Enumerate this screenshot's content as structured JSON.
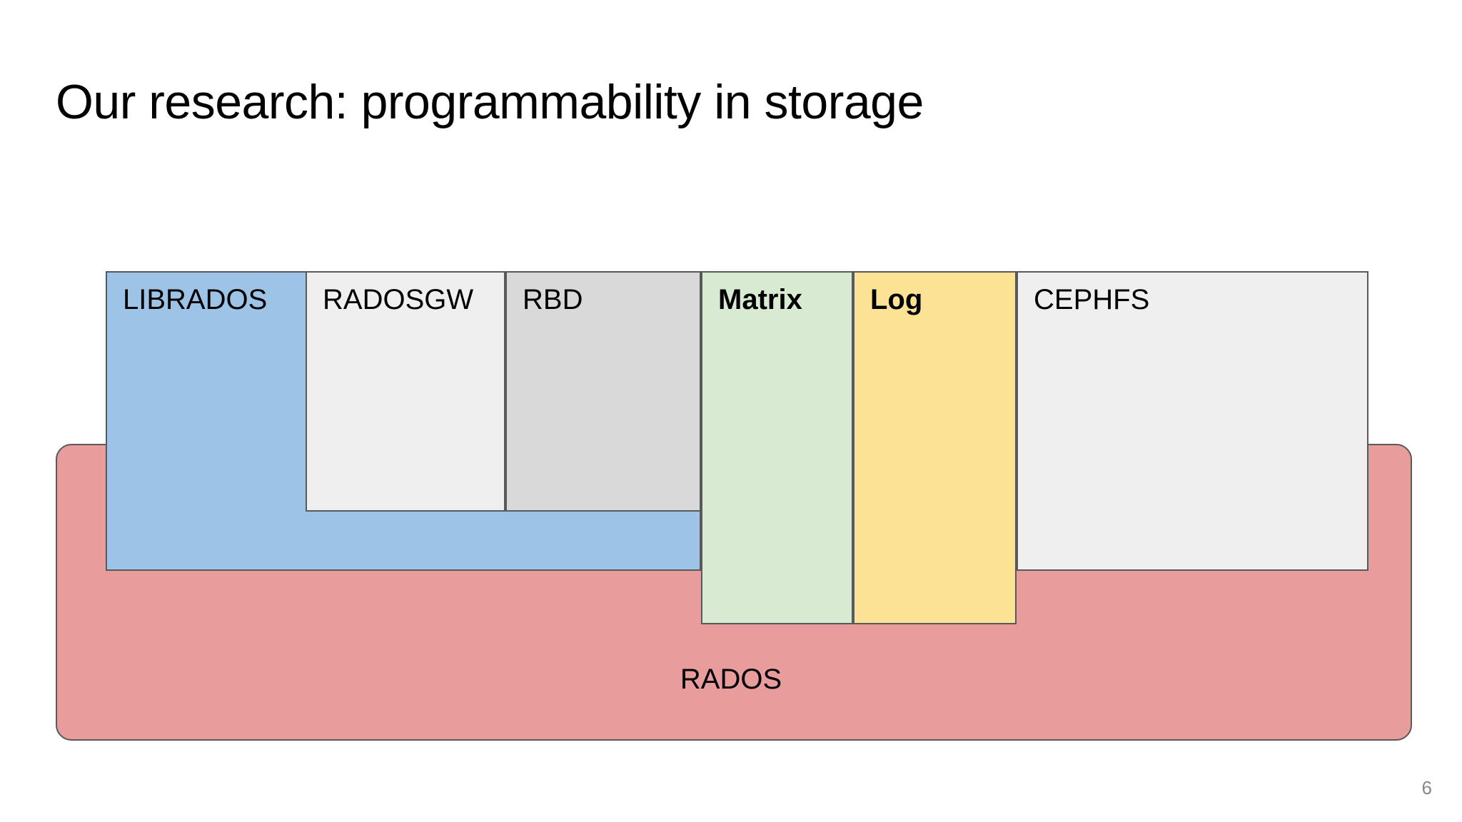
{
  "slide": {
    "title": "Our research: programmability in storage",
    "page_number": "6"
  },
  "diagram": {
    "name": "ceph-architecture-stack",
    "base": {
      "label": "RADOS",
      "color": "#E89C9C",
      "border_color": "#595959"
    },
    "layers": [
      {
        "key": "librados",
        "label": "LIBRADOS",
        "color": "#9DC3E6",
        "bold": false
      },
      {
        "key": "radosgw",
        "label": "RADOSGW",
        "color": "#EFEFEF",
        "bold": false
      },
      {
        "key": "rbd",
        "label": "RBD",
        "color": "#D9D9D9",
        "bold": false
      },
      {
        "key": "matrix",
        "label": "Matrix",
        "color": "#D9EAD3",
        "bold": true
      },
      {
        "key": "log",
        "label": "Log",
        "color": "#FCE294",
        "bold": true
      },
      {
        "key": "cephfs",
        "label": "CEPHFS",
        "color": "#EFEFEF",
        "bold": false
      }
    ]
  }
}
